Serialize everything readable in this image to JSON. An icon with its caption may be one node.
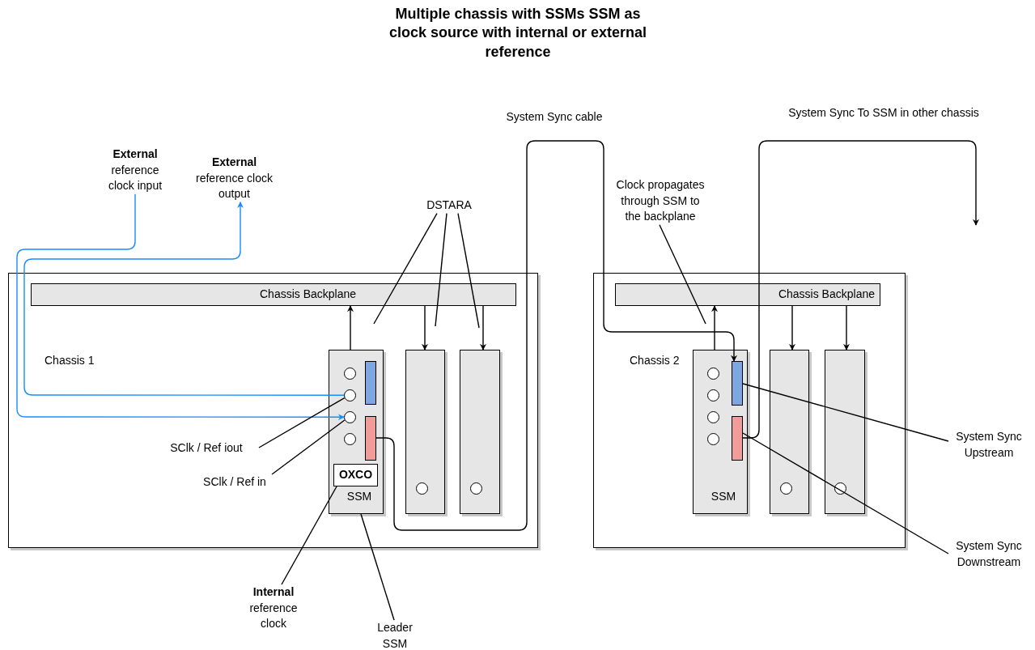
{
  "diagram": {
    "title": "Multiple chassis with SSMs SSM as clock source with internal or external reference",
    "nodes": [
      {
        "text": [
          "Chassis 1"
        ]
      },
      {
        "text": [
          "Chassis Backplane"
        ],
        "in": 0
      },
      {
        "text": [
          "SSM"
        ],
        "in": 0
      },
      {
        "text": [],
        "shape": "circle",
        "in": 2
      },
      {
        "text": [],
        "shape": "circle",
        "in": 2
      },
      {
        "text": [],
        "shape": "circle",
        "in": 2
      },
      {
        "text": [],
        "shape": "circle",
        "in": 2
      },
      {
        "text": [],
        "shape": "bar",
        "in": 2
      },
      {
        "text": [],
        "shape": "bar",
        "in": 2
      },
      {
        "text": [
          "OXCO"
        ],
        "in": 2
      },
      {
        "text": [],
        "shape": "box",
        "in": 0
      },
      {
        "text": [],
        "shape": "circle",
        "in": 10
      },
      {
        "text": [],
        "shape": "box",
        "in": 0
      },
      {
        "text": [],
        "shape": "circle",
        "in": 12
      },
      {
        "text": [
          "Chassis 2"
        ]
      },
      {
        "text": [
          "Chassis Backplane"
        ],
        "in": 14
      },
      {
        "text": [
          "SSM"
        ],
        "in": 14
      },
      {
        "text": [],
        "shape": "circle",
        "in": 16
      },
      {
        "text": [],
        "shape": "circle",
        "in": 16
      },
      {
        "text": [],
        "shape": "circle",
        "in": 16
      },
      {
        "text": [],
        "shape": "circle",
        "in": 16
      },
      {
        "text": [],
        "shape": "bar",
        "in": 16
      },
      {
        "text": [],
        "shape": "bar",
        "in": 16
      },
      {
        "text": [],
        "shape": "box",
        "in": 14
      },
      {
        "text": [],
        "shape": "circle",
        "in": 23
      },
      {
        "text": [],
        "shape": "box",
        "in": 14
      },
      {
        "text": [],
        "shape": "circle",
        "in": 25
      },
      {
        "text": [
          "**External** reference clock input"
        ]
      },
      {
        "text": [
          "**External** reference clock output"
        ]
      },
      {
        "text": [
          "DSTARA"
        ]
      },
      {
        "text": [
          "SClk / Ref iout"
        ],
        "in": 0
      },
      {
        "text": [
          "SClk / Ref in"
        ],
        "in": 0
      },
      {
        "text": [
          "**Internal** reference clock"
        ]
      },
      {
        "text": [
          "Leader SSM"
        ]
      },
      {
        "text": [
          "Clock propagates through SSM to the backplane"
        ]
      },
      {
        "text": [
          "System Sync Upstream"
        ]
      },
      {
        "text": [
          "System Sync Downstream"
        ]
      }
    ],
    "edges": [
      {
        "from": 27,
        "to": 5,
        "arrow": "to",
        "color": "#1a8cff"
      },
      {
        "from": 4,
        "to": 28,
        "arrow": "to",
        "color": "#1a8cff"
      },
      {
        "from": 2,
        "to": 1,
        "arrow": "to"
      },
      {
        "from": 1,
        "to": 10,
        "arrow": "to"
      },
      {
        "from": 1,
        "to": 12,
        "arrow": "to"
      },
      {
        "from": 29,
        "to": null,
        "arrow": "none"
      },
      {
        "from": 29,
        "to": null,
        "arrow": "none"
      },
      {
        "from": 29,
        "to": null,
        "arrow": "none"
      },
      {
        "from": 30,
        "to": 4,
        "arrow": "none"
      },
      {
        "from": 31,
        "to": 5,
        "arrow": "none"
      },
      {
        "from": 32,
        "to": 9,
        "arrow": "none"
      },
      {
        "from": 33,
        "to": 2,
        "arrow": "none"
      },
      {
        "from": 8,
        "to": 21,
        "arrow": "to",
        "label": "System Sync cable"
      },
      {
        "from": 16,
        "to": 15,
        "arrow": "to"
      },
      {
        "from": 15,
        "to": 23,
        "arrow": "to"
      },
      {
        "from": 15,
        "to": 25,
        "arrow": "to"
      },
      {
        "from": 34,
        "to": null,
        "arrow": "none"
      },
      {
        "from": 35,
        "to": 21,
        "arrow": "none"
      },
      {
        "from": 36,
        "to": 22,
        "arrow": "none"
      },
      {
        "from": 22,
        "to": null,
        "arrow": "to",
        "label": "System Sync To SSM in other chassis"
      }
    ]
  }
}
